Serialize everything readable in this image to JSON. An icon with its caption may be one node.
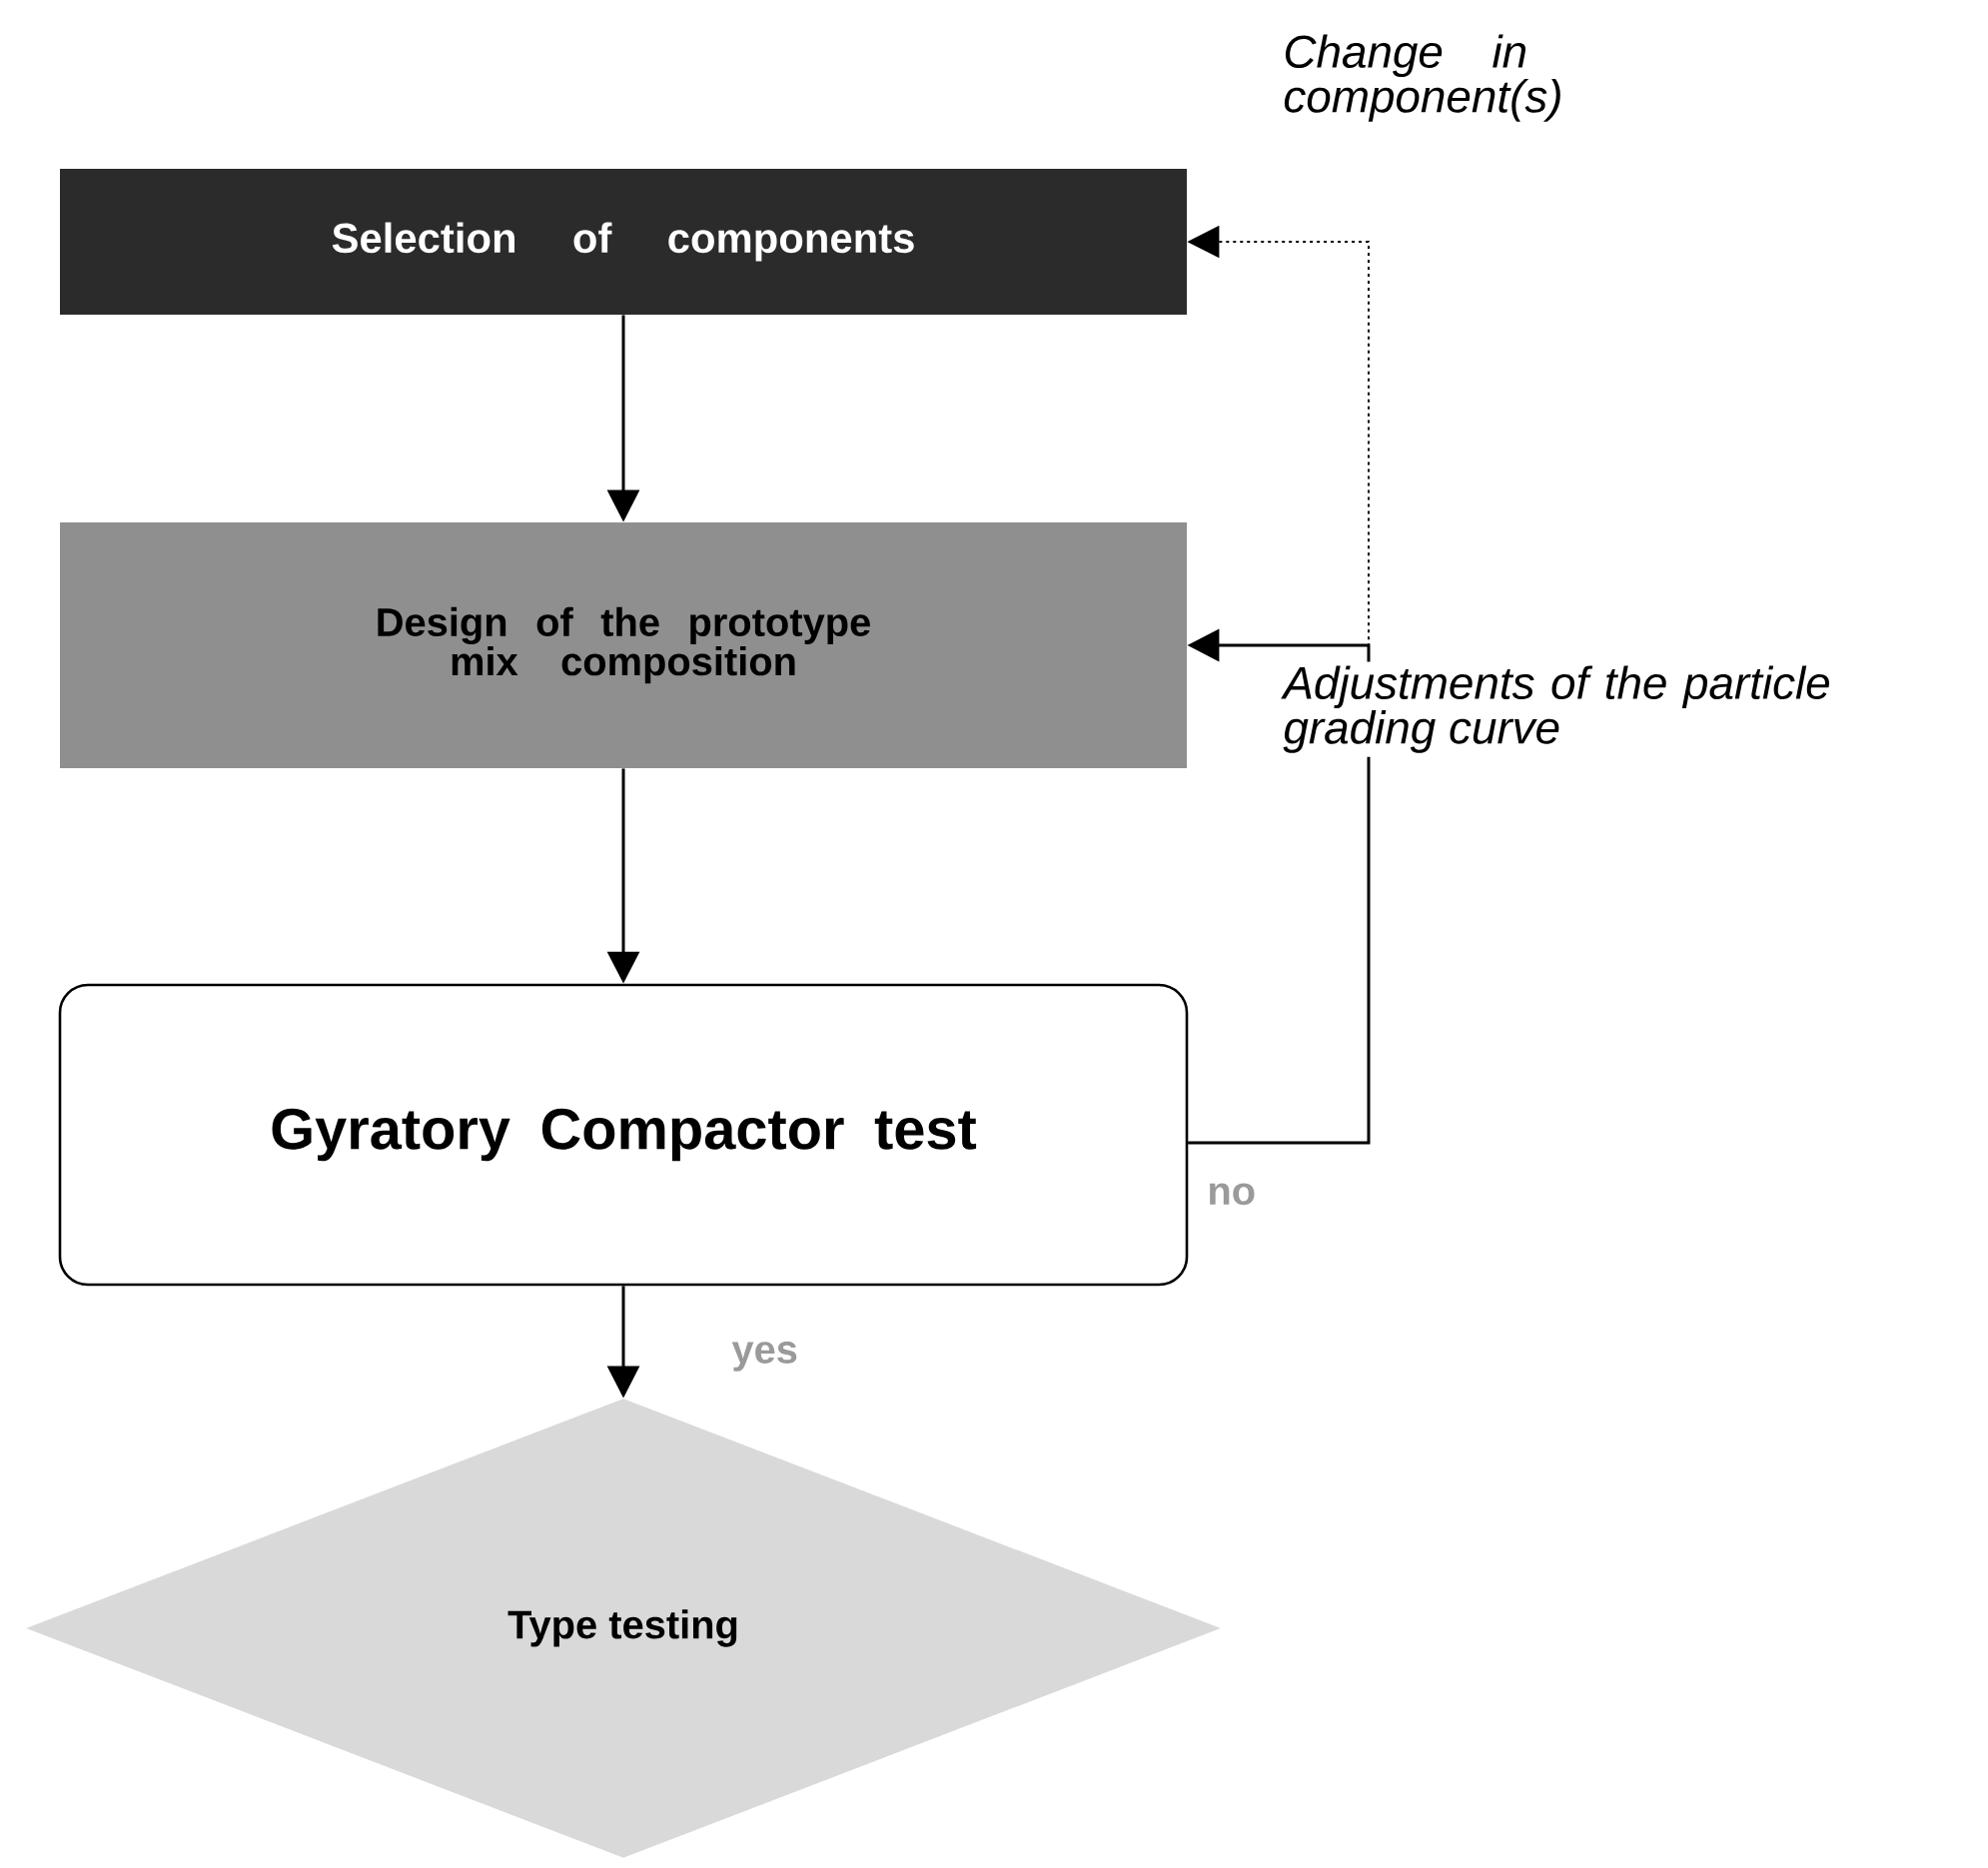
{
  "diagram": {
    "nodes": [
      {
        "text": [
          "Selection of components"
        ]
      },
      {
        "text": [
          "Design of the prototype mix composition"
        ]
      },
      {
        "text": [
          "Gyratory Compactor test"
        ]
      },
      {
        "text": [
          "Type testing"
        ]
      }
    ],
    "edges": [
      {
        "from": 0,
        "to": 1,
        "arrow": "to"
      },
      {
        "from": 1,
        "to": 2,
        "arrow": "to"
      },
      {
        "from": 2,
        "to": 3,
        "arrow": "to",
        "label": "yes"
      },
      {
        "from": 2,
        "to": 1,
        "arrow": "to",
        "label": "Adjustments of the particle grading curve"
      },
      {
        "from": 2,
        "to": 0,
        "arrow": "to",
        "label": "Change in component(s)",
        "style": "dashed"
      }
    ],
    "labels": [
      "no"
    ]
  }
}
